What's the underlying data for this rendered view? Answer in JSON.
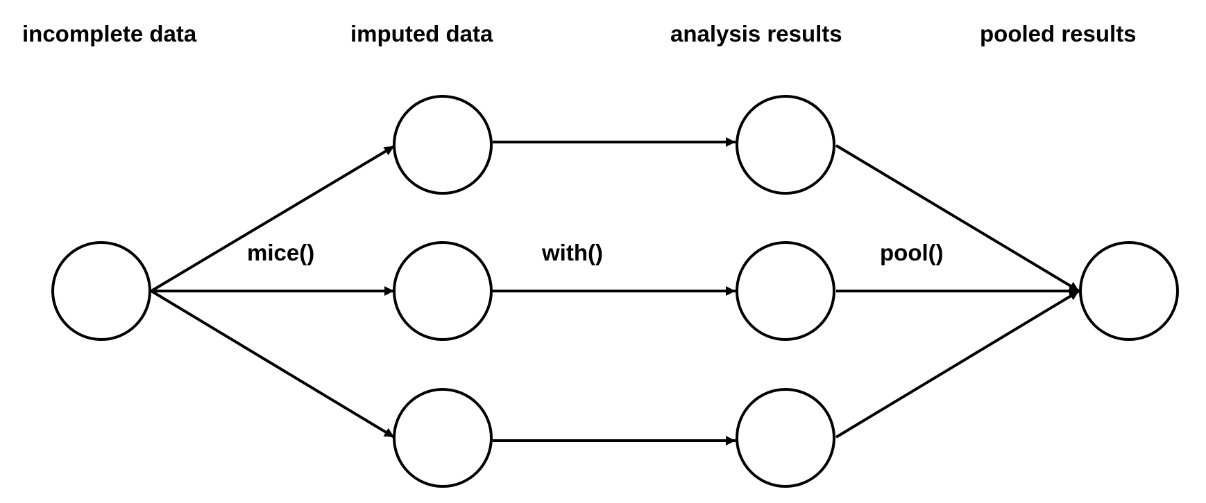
{
  "headers": {
    "incomplete": "incomplete data",
    "imputed": "imputed data",
    "analysis": "analysis results",
    "pooled": "pooled results"
  },
  "steps": {
    "impute": "mice()",
    "analyze": "with()",
    "pool": "pool()"
  },
  "style": {
    "stroke_color": "#000000",
    "background": "#ffffff"
  }
}
